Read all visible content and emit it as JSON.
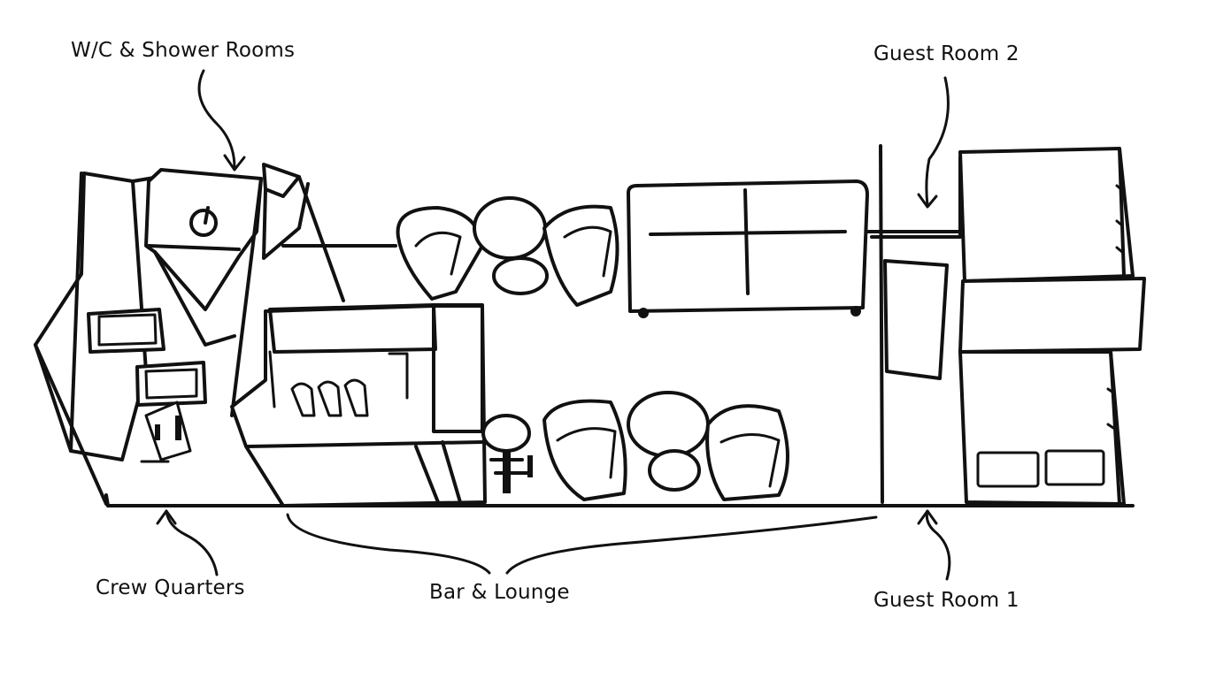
{
  "labels": {
    "wc_shower": "W/C & Shower Rooms",
    "guest_room_2": "Guest Room 2",
    "crew_quarters": "Crew Quarters",
    "bar_lounge": "Bar & Lounge",
    "guest_room_1": "Guest Room 1"
  }
}
